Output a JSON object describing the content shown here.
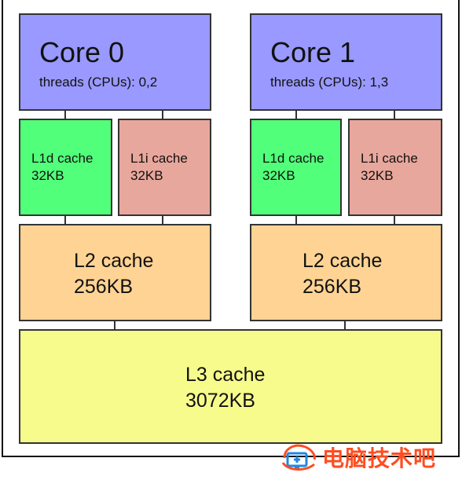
{
  "diagram": {
    "cores": [
      {
        "title": "Core 0",
        "threads": "threads (CPUs): 0,2",
        "l1d": {
          "name": "L1d cache",
          "size": "32KB"
        },
        "l1i": {
          "name": "L1i cache",
          "size": "32KB"
        },
        "l2": {
          "name": "L2 cache",
          "size": "256KB"
        }
      },
      {
        "title": "Core 1",
        "threads": "threads (CPUs): 1,3",
        "l1d": {
          "name": "L1d cache",
          "size": "32KB"
        },
        "l1i": {
          "name": "L1i cache",
          "size": "32KB"
        },
        "l2": {
          "name": "L2 cache",
          "size": "256KB"
        }
      }
    ],
    "l3": {
      "name": "L3 cache",
      "size": "3072KB"
    }
  },
  "watermark": {
    "text": "电脑技术吧",
    "icon": "tech-logo-icon"
  },
  "colors": {
    "core": "#9999ff",
    "l1d": "#52ff7a",
    "l1i": "#e8a79c",
    "l2": "#ffd394",
    "l3": "#f7fb8c",
    "watermark": "#ff4d1f"
  }
}
